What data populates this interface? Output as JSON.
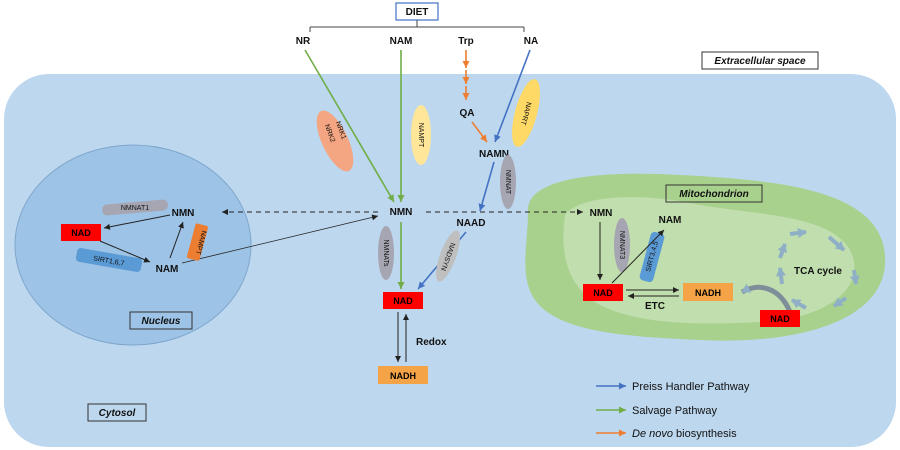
{
  "title": "DIET",
  "sources": {
    "nr": "NR",
    "nam": "NAM",
    "trp": "Trp",
    "na": "NA"
  },
  "compartments": {
    "extracellular": "Extracellular space",
    "cytosol": "Cytosol",
    "nucleus": "Nucleus",
    "mitochondrion": "Mitochondrion"
  },
  "metabolites": {
    "qa": "QA",
    "namn": "NAMN",
    "naad": "NAAD",
    "nmn_cyto": "NMN",
    "nad_cyto": "NAD",
    "nadh_cyto": "NADH",
    "redox": "Redox",
    "nuc_nmn": "NMN",
    "nuc_nad": "NAD",
    "nuc_nam": "NAM",
    "mito_nmn": "NMN",
    "mito_nam": "NAM",
    "mito_nad": "NAD",
    "mito_nadh": "NADH",
    "etc": "ETC",
    "tca": "TCA cycle",
    "tca_nad": "NAD"
  },
  "enzymes": {
    "nrk": "NRK1",
    "nrk2": "NRK2",
    "nampt_cyto": "NAMPT",
    "naprt": "NAPRT",
    "nmnat_cyto": "NMNAT",
    "nmnats": "NMNATs",
    "nadsyn": "NADSYN",
    "nmnat1": "NMNAT1",
    "nampt_nuc": "NAMPT",
    "sirt_nuc": "SIRT1,6,7",
    "nmnat3": "NMNAT3",
    "sirt_mito": "SIRT3,4,5"
  },
  "legend": [
    {
      "name": "Preiss Handler Pathway",
      "color": "#4472C4"
    },
    {
      "name": "Salvage Pathway",
      "color": "#70AD47"
    },
    {
      "name_italic": "De novo",
      "name_rest": " biosynthesis",
      "color": "#ED7D31"
    }
  ],
  "colors": {
    "cell": "#BDD7EE",
    "nucleus": "#9DC3E6",
    "mito_outer": "#A9D18E",
    "mito_inner": "#C5E0B4",
    "nad_fill": "#FF0000",
    "nadh_fill": "#F4A447",
    "salvage": "#70AD47",
    "preiss": "#4472C4",
    "denovo": "#ED7D31"
  }
}
